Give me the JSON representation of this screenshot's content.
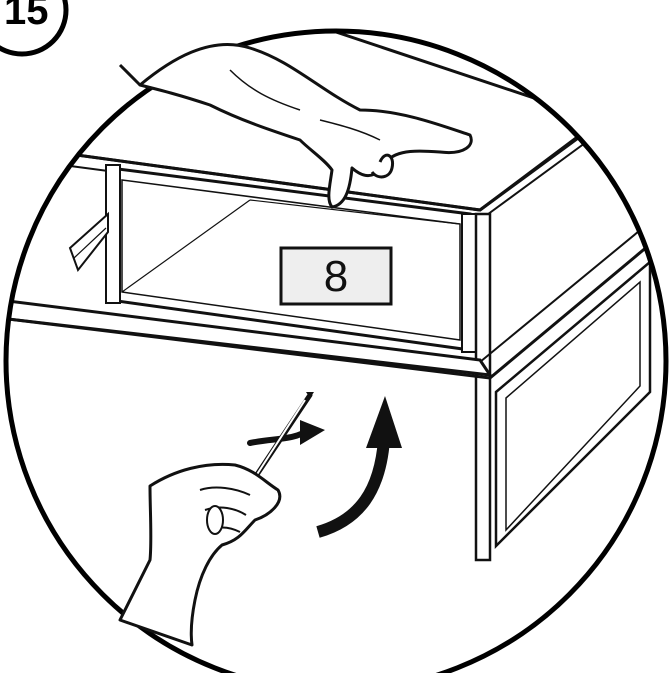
{
  "step": {
    "number_visible": "15"
  },
  "part_label": {
    "text": "8"
  },
  "icons": {
    "step_badge": "step-number-circle",
    "rotate_arrow": "rotate-arrow",
    "lift_arrow": "curved-up-arrow",
    "screwdriver": "screwdriver",
    "hand_top": "pointing-hand",
    "hand_bottom": "hand-holding-screwdriver"
  },
  "colors": {
    "line": "#111111",
    "label_fill": "#eeeeee",
    "background": "#ffffff"
  }
}
